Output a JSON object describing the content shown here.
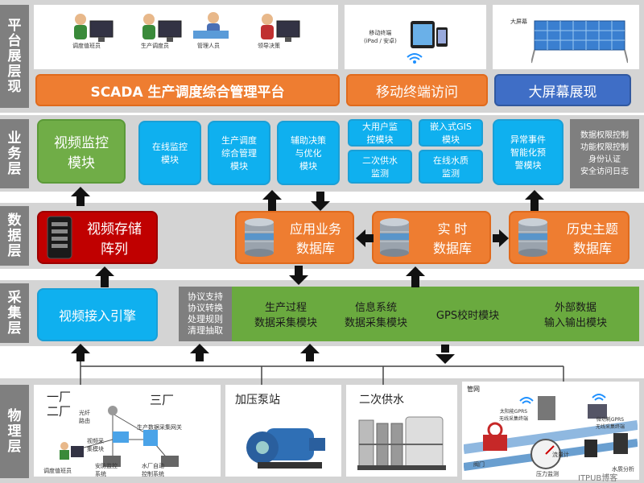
{
  "layers": {
    "platform": "平\n台\n展\n层\n现",
    "business": "业\n务\n层",
    "data": "数\n据\n层",
    "collect": "采\n集\n层",
    "physical": "物\n理\n层"
  },
  "platform": {
    "workstations": [
      "调度值班员",
      "生产调度员",
      "管理人员",
      "领导决策"
    ],
    "mobile_caption": "移动终端\n(iPad / 安卓)",
    "bigscreen_caption": "大屏幕",
    "scada": "SCADA 生产调度综合管理平台",
    "mobile": "移动终端访问",
    "bigscreen": "大屏幕展现"
  },
  "business": {
    "video": "视频监控\n模块",
    "online": "在线监控\n模块",
    "prodmgmt": "生产调度\n综合管理\n模块",
    "decision": "辅助决策\n与优化\n模块",
    "bigusers": "大用户监\n控模块",
    "gis": "嵌入式GIS\n模块",
    "secondary": "二次供水\n监测",
    "waterq": "在线水质\n监测",
    "alarm": "异常事件\n智能化预\n警模块",
    "security": "数据权限控制\n功能权限控制\n身份认证\n安全访问日志"
  },
  "data": {
    "storage": "视频存储\n阵列",
    "appdb": "应用业务\n数据库",
    "realtime": "实  时\n数据库",
    "history": "历史主题\n数据库"
  },
  "collect": {
    "access": "视频接入引擎",
    "protocol": "协议支持\n协议转换\n处理规则\n清理抽取",
    "prod": "生产过程\n数据采集模块",
    "info": "信息系统\n数据采集模块",
    "gps": "GPS校时模块",
    "external": "外部数据\n输入输出模块"
  },
  "physical": {
    "factory_left": "一厂\n二厂",
    "factory_right": "三厂",
    "net_labels": [
      "光纤\n路由",
      "生产数据采集网关",
      "视频采\n集模块",
      "安防监控\n系统",
      "水厂自动\n控制系统",
      "调度值班员"
    ],
    "pump": "加压泵站",
    "secondary": "二次供水",
    "pipenet": "管网",
    "pipe_labels": [
      "太阳能GPRS\n无线采集终端",
      "微功耗GPRS\n无线采集终端",
      "阀门",
      "流量计",
      "压力监测",
      "水质分析"
    ],
    "watermark": "ITPUB博客"
  }
}
